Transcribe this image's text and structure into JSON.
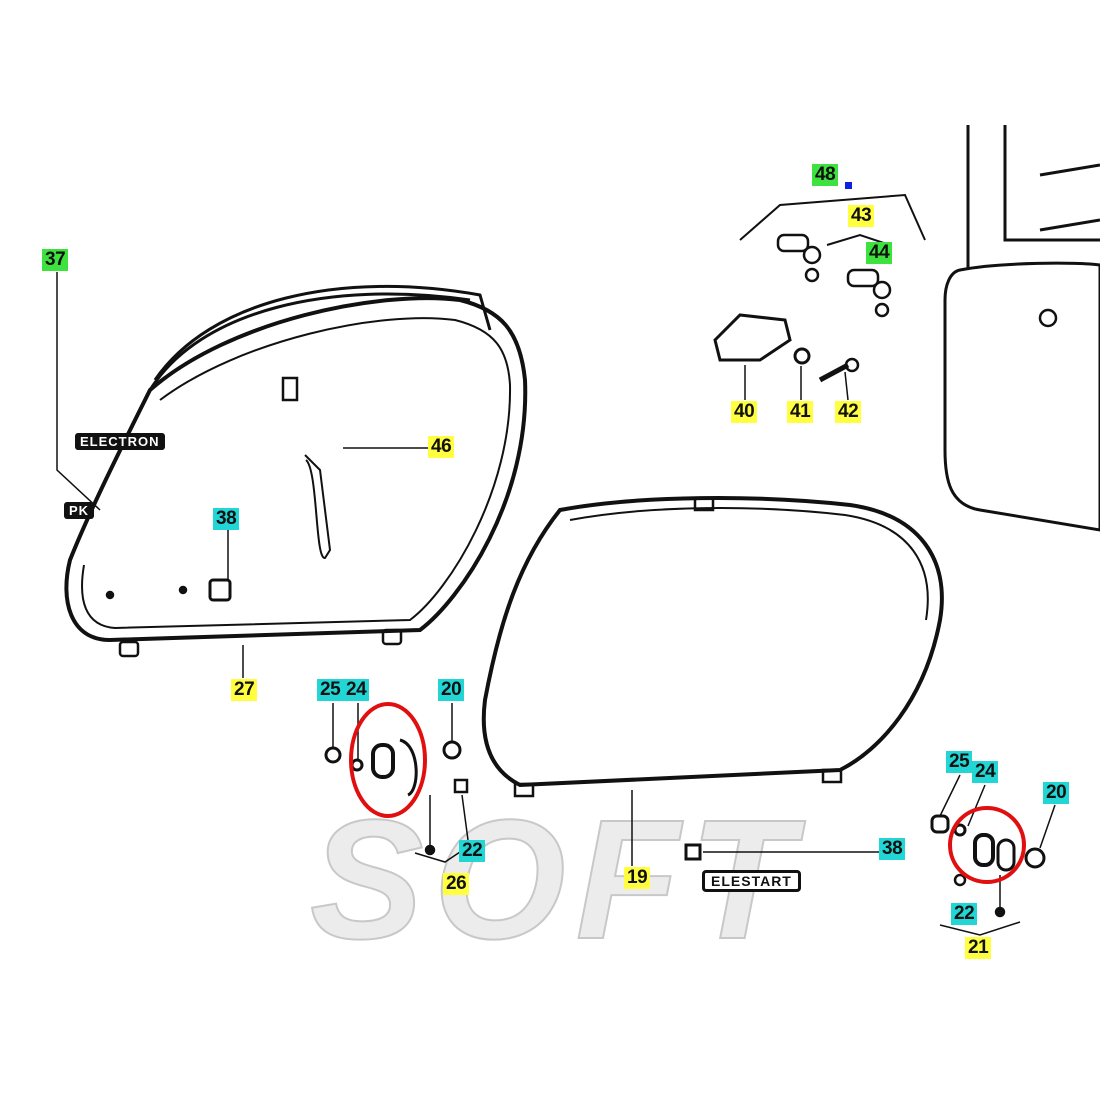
{
  "watermark": "SOFT",
  "plates": {
    "electron": "ELECTRON",
    "pk": "PK",
    "elestart": "ELESTART"
  },
  "labels": {
    "l48": "48",
    "l43": "43",
    "l44": "44",
    "l37": "37",
    "l46": "46",
    "l38a": "38",
    "l40": "40",
    "l41": "41",
    "l42": "42",
    "l27": "27",
    "l25a": "25",
    "l24a": "24",
    "l20a": "20",
    "l22a": "22",
    "l26": "26",
    "l19": "19",
    "l38b": "38",
    "l25b": "25",
    "l24b": "24",
    "l20b": "20",
    "l22b": "22",
    "l21": "21"
  },
  "colors": {
    "green": "#3ee23e",
    "yellow": "#ffff40",
    "cyan": "#22d6d6",
    "highlight_circle": "#e01010"
  }
}
